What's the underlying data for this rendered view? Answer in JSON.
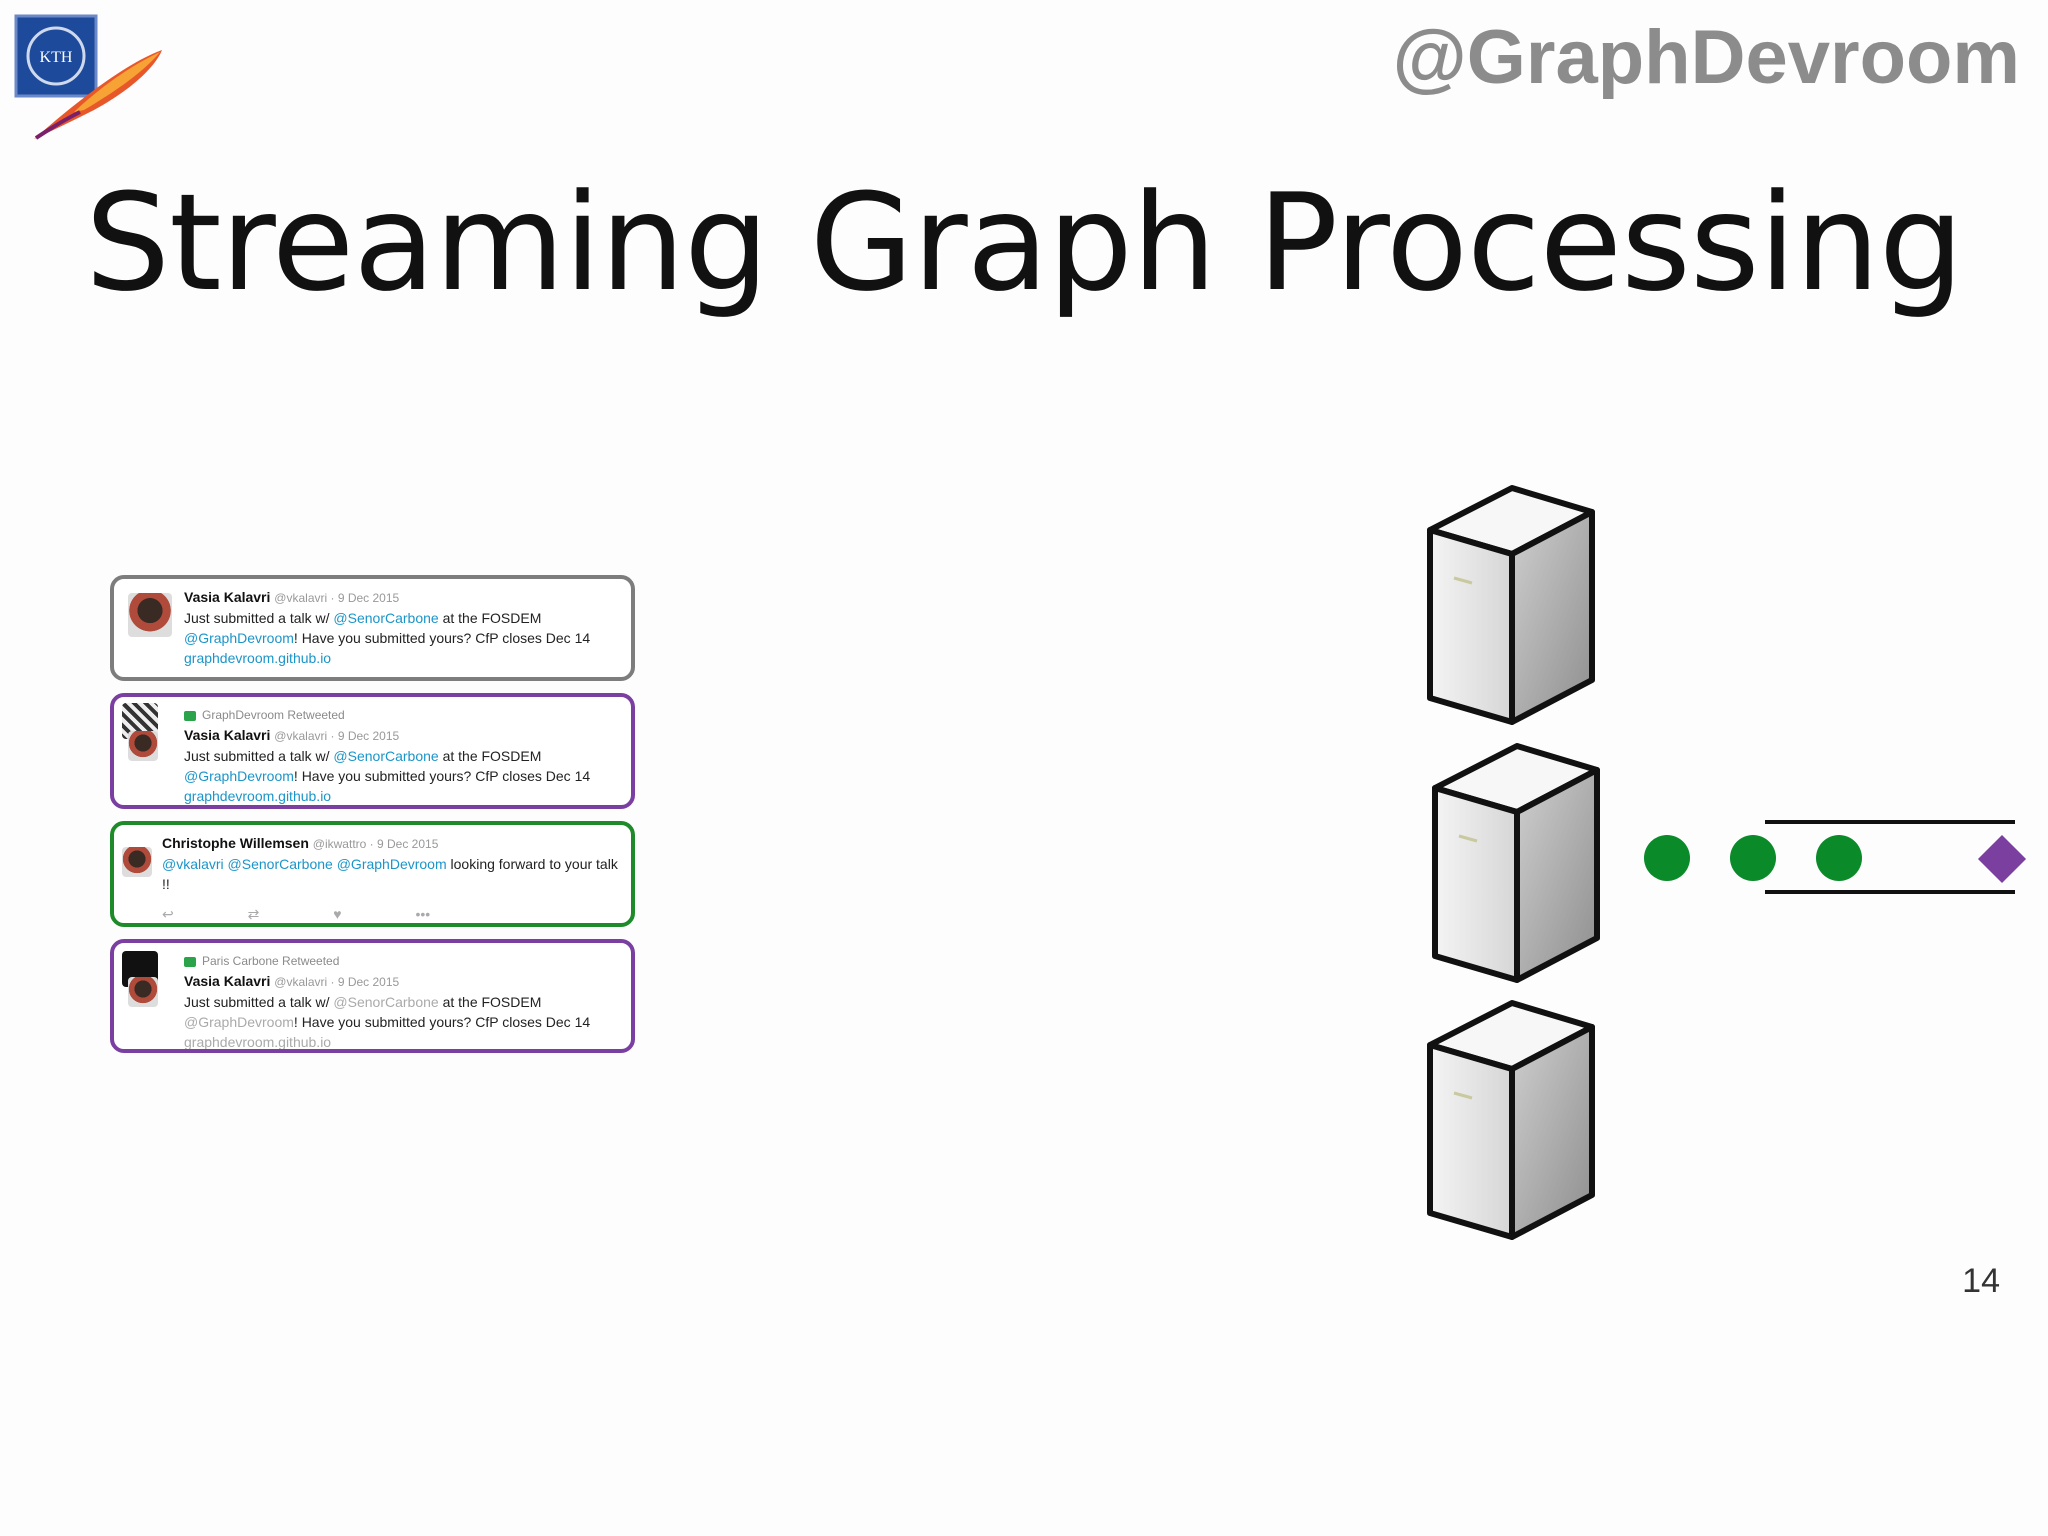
{
  "header": {
    "handle": "@GraphDevroom",
    "logo_text": "KTH"
  },
  "slide": {
    "title": "Streaming Graph Processing",
    "page_number": "14"
  },
  "tweets": [
    {
      "retweet_line": "",
      "name": "Vasia Kalavri",
      "meta": "@vkalavri · 9 Dec 2015",
      "line1_pre": "Just submitted a talk w/ ",
      "line1_mention": "@SenorCarbone",
      "line1_post": " at the FOSDEM",
      "line2_mention": "@GraphDevroom",
      "line2_post": "! Have you submitted yours? CfP closes Dec 14",
      "link": "graphdevroom.github.io",
      "border": "#7d7d7d"
    },
    {
      "retweet_line": "GraphDevroom Retweeted",
      "name": "Vasia Kalavri",
      "meta": "@vkalavri · 9 Dec 2015",
      "line1_pre": "Just submitted a talk w/ ",
      "line1_mention": "@SenorCarbone",
      "line1_post": " at the FOSDEM",
      "line2_mention": "@GraphDevroom",
      "line2_post": "! Have you submitted yours? CfP closes Dec 14",
      "link": "graphdevroom.github.io",
      "border": "#7a3fa0"
    },
    {
      "name": "Christophe Willemsen",
      "meta": "@ikwattro · 9 Dec 2015",
      "mentions": "@vkalavri @SenorCarbone @GraphDevroom",
      "text": " looking forward to your talk !!",
      "actions": [
        "↩",
        "⇄",
        "♥",
        "•••"
      ],
      "border": "#1f8a2a"
    },
    {
      "retweet_line": "Paris Carbone Retweeted",
      "name": "Vasia Kalavri",
      "meta": "@vkalavri · 9 Dec 2015",
      "line1_pre": "Just submitted a talk w/ ",
      "line1_mention": "@SenorCarbone",
      "line1_post": " at the FOSDEM",
      "line2_mention": "@GraphDevroom",
      "line2_post": "! Have you submitted yours? CfP closes Dec 14",
      "link": "graphdevroom.github.io",
      "border": "#7a3fa0"
    }
  ],
  "stream": {
    "node_color": "#0b8a2a",
    "edge_color": "#7b3fa0"
  }
}
